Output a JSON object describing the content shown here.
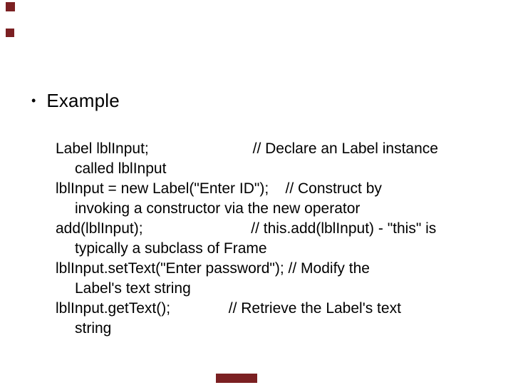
{
  "slide": {
    "title": {
      "bullet": "•",
      "text": "Example"
    },
    "code": {
      "lines": [
        {
          "main": "Label lblInput;                         // Declare an Label instance",
          "cont": "called lblInput"
        },
        {
          "main": "lblInput = new Label(\"Enter ID\");    // Construct by",
          "cont": "invoking a constructor via the new operator"
        },
        {
          "main": "add(lblInput);                          // this.add(lblInput) - \"this\" is",
          "cont": "typically a subclass of Frame"
        },
        {
          "main": "lblInput.setText(\"Enter password\"); // Modify the",
          "cont": "Label's text string"
        },
        {
          "main": "lblInput.getText();              // Retrieve the Label's text",
          "cont": "string"
        }
      ]
    },
    "decor": {
      "color": "#7b2022"
    }
  }
}
